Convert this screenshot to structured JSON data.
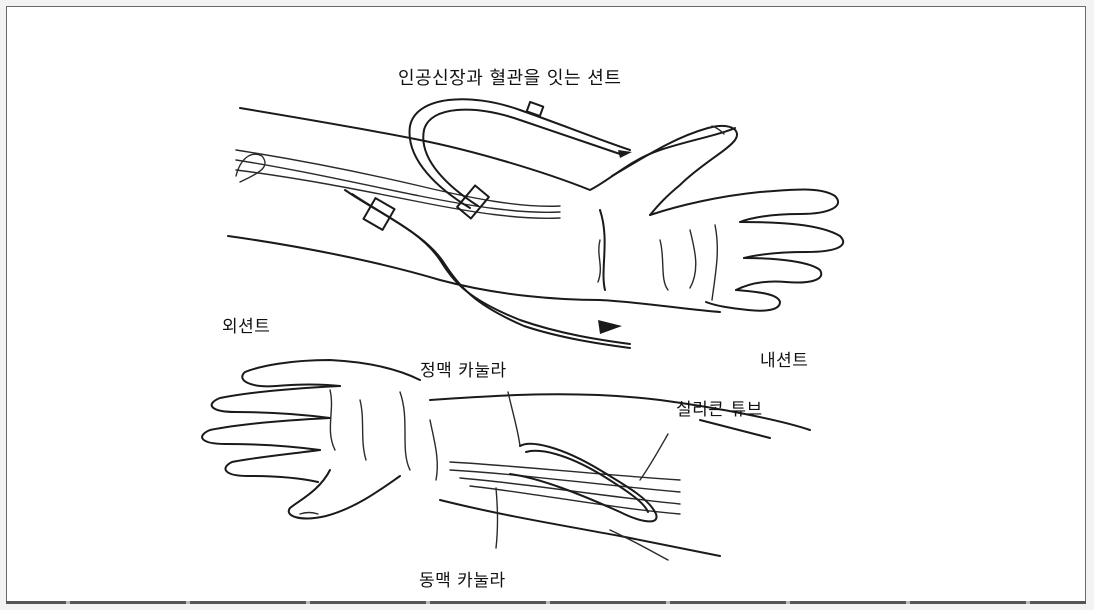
{
  "title": "인공신장과 혈관을 잇는 션트",
  "labels": {
    "outer_shunt": "외션트",
    "inner_shunt": "내션트",
    "vein_cannula": "정맥 카눌라",
    "artery_cannula": "동맥 카눌라",
    "silicone_tube": "실리콘 튜브"
  }
}
